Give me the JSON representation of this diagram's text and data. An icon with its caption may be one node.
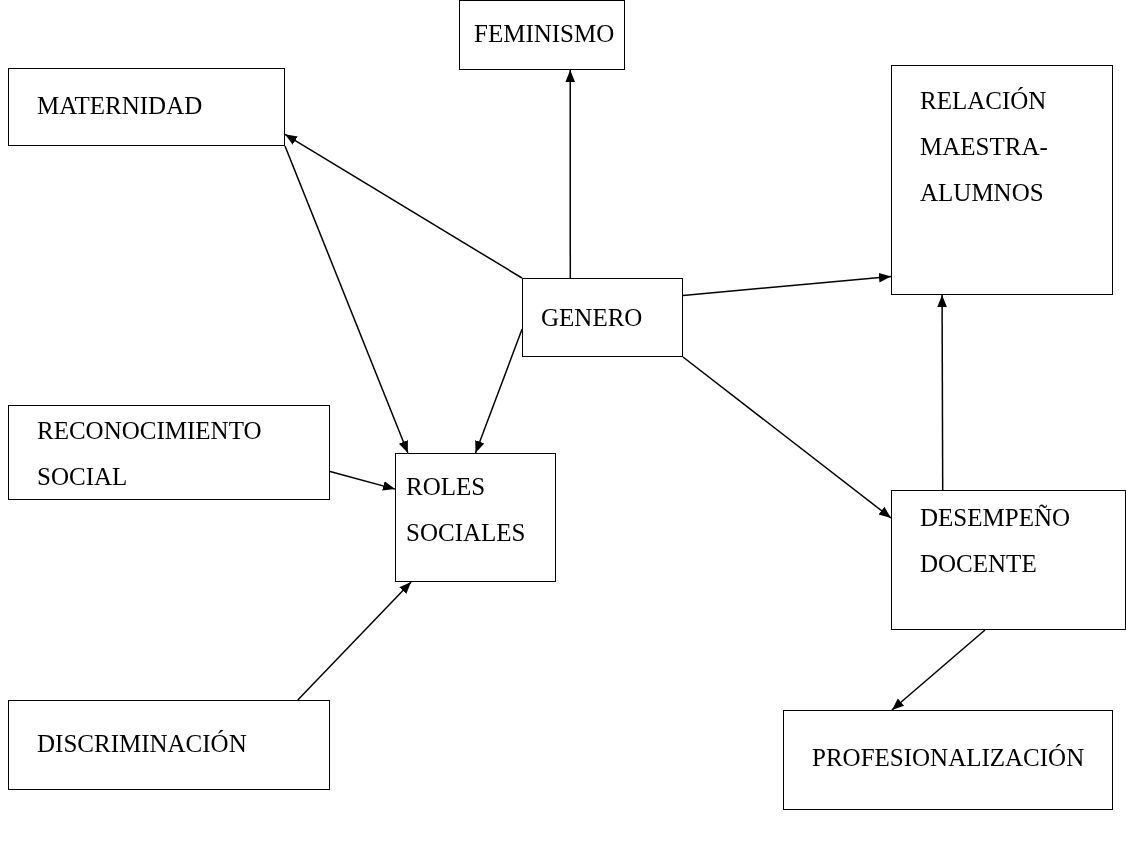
{
  "diagram": {
    "nodes": [
      {
        "text": [
          "FEMINISMO"
        ]
      },
      {
        "text": [
          "MATERNIDAD"
        ]
      },
      {
        "text": [
          "RELACIÓN MAESTRA-ALUMNOS"
        ]
      },
      {
        "text": [
          "GENERO"
        ]
      },
      {
        "text": [
          "RECONOCIMIENTO SOCIAL"
        ]
      },
      {
        "text": [
          "ROLES SOCIALES"
        ]
      },
      {
        "text": [
          "DESEMPEÑO DOCENTE"
        ]
      },
      {
        "text": [
          "DISCRIMINACIÓN"
        ]
      },
      {
        "text": [
          "PROFESIONALIZACIÓN"
        ]
      }
    ],
    "edges": [
      {
        "from": 3,
        "to": 0,
        "arrow": "to"
      },
      {
        "from": 3,
        "to": 1,
        "arrow": "to"
      },
      {
        "from": 3,
        "to": 2,
        "arrow": "to"
      },
      {
        "from": 3,
        "to": 5,
        "arrow": "to"
      },
      {
        "from": 3,
        "to": 6,
        "arrow": "to"
      },
      {
        "from": 1,
        "to": 5,
        "arrow": "to"
      },
      {
        "from": 4,
        "to": 5,
        "arrow": "to"
      },
      {
        "from": 7,
        "to": 5,
        "arrow": "to"
      },
      {
        "from": 6,
        "to": 2,
        "arrow": "to"
      },
      {
        "from": 6,
        "to": 8,
        "arrow": "to"
      }
    ]
  }
}
